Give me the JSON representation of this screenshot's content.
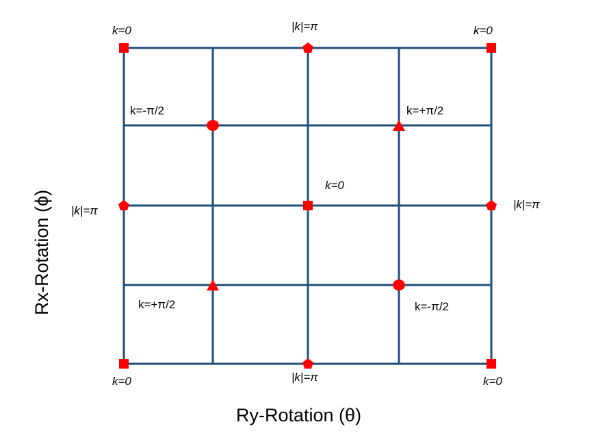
{
  "colors": {
    "grid": "#1f4e79",
    "marker": "#ff0000"
  },
  "axes": {
    "x_title": "Ry-Rotation  (θ)",
    "y_title": "Rx-Rotation  (ϕ)"
  },
  "corner_labels": {
    "top_left": "k=0",
    "top_right": "k=0",
    "bottom_left": "k=0",
    "bottom_right": "k=0"
  },
  "edge_labels": {
    "top_center": "|k|=π",
    "bottom_center": "|k|=π",
    "left_center": "|k|=π",
    "right_center": "|k|=π"
  },
  "inner_labels": {
    "upper_left": "k=-π/2",
    "upper_right": "k=+π/2",
    "center": "k=0",
    "lower_left": "k=+π/2",
    "lower_right": "k=-π/2"
  },
  "markers": {
    "corners": "square",
    "edge_midpoints": "pentagon",
    "upper_left": "circle",
    "upper_right": "triangle",
    "center": "square",
    "lower_left": "triangle",
    "lower_right": "circle"
  }
}
